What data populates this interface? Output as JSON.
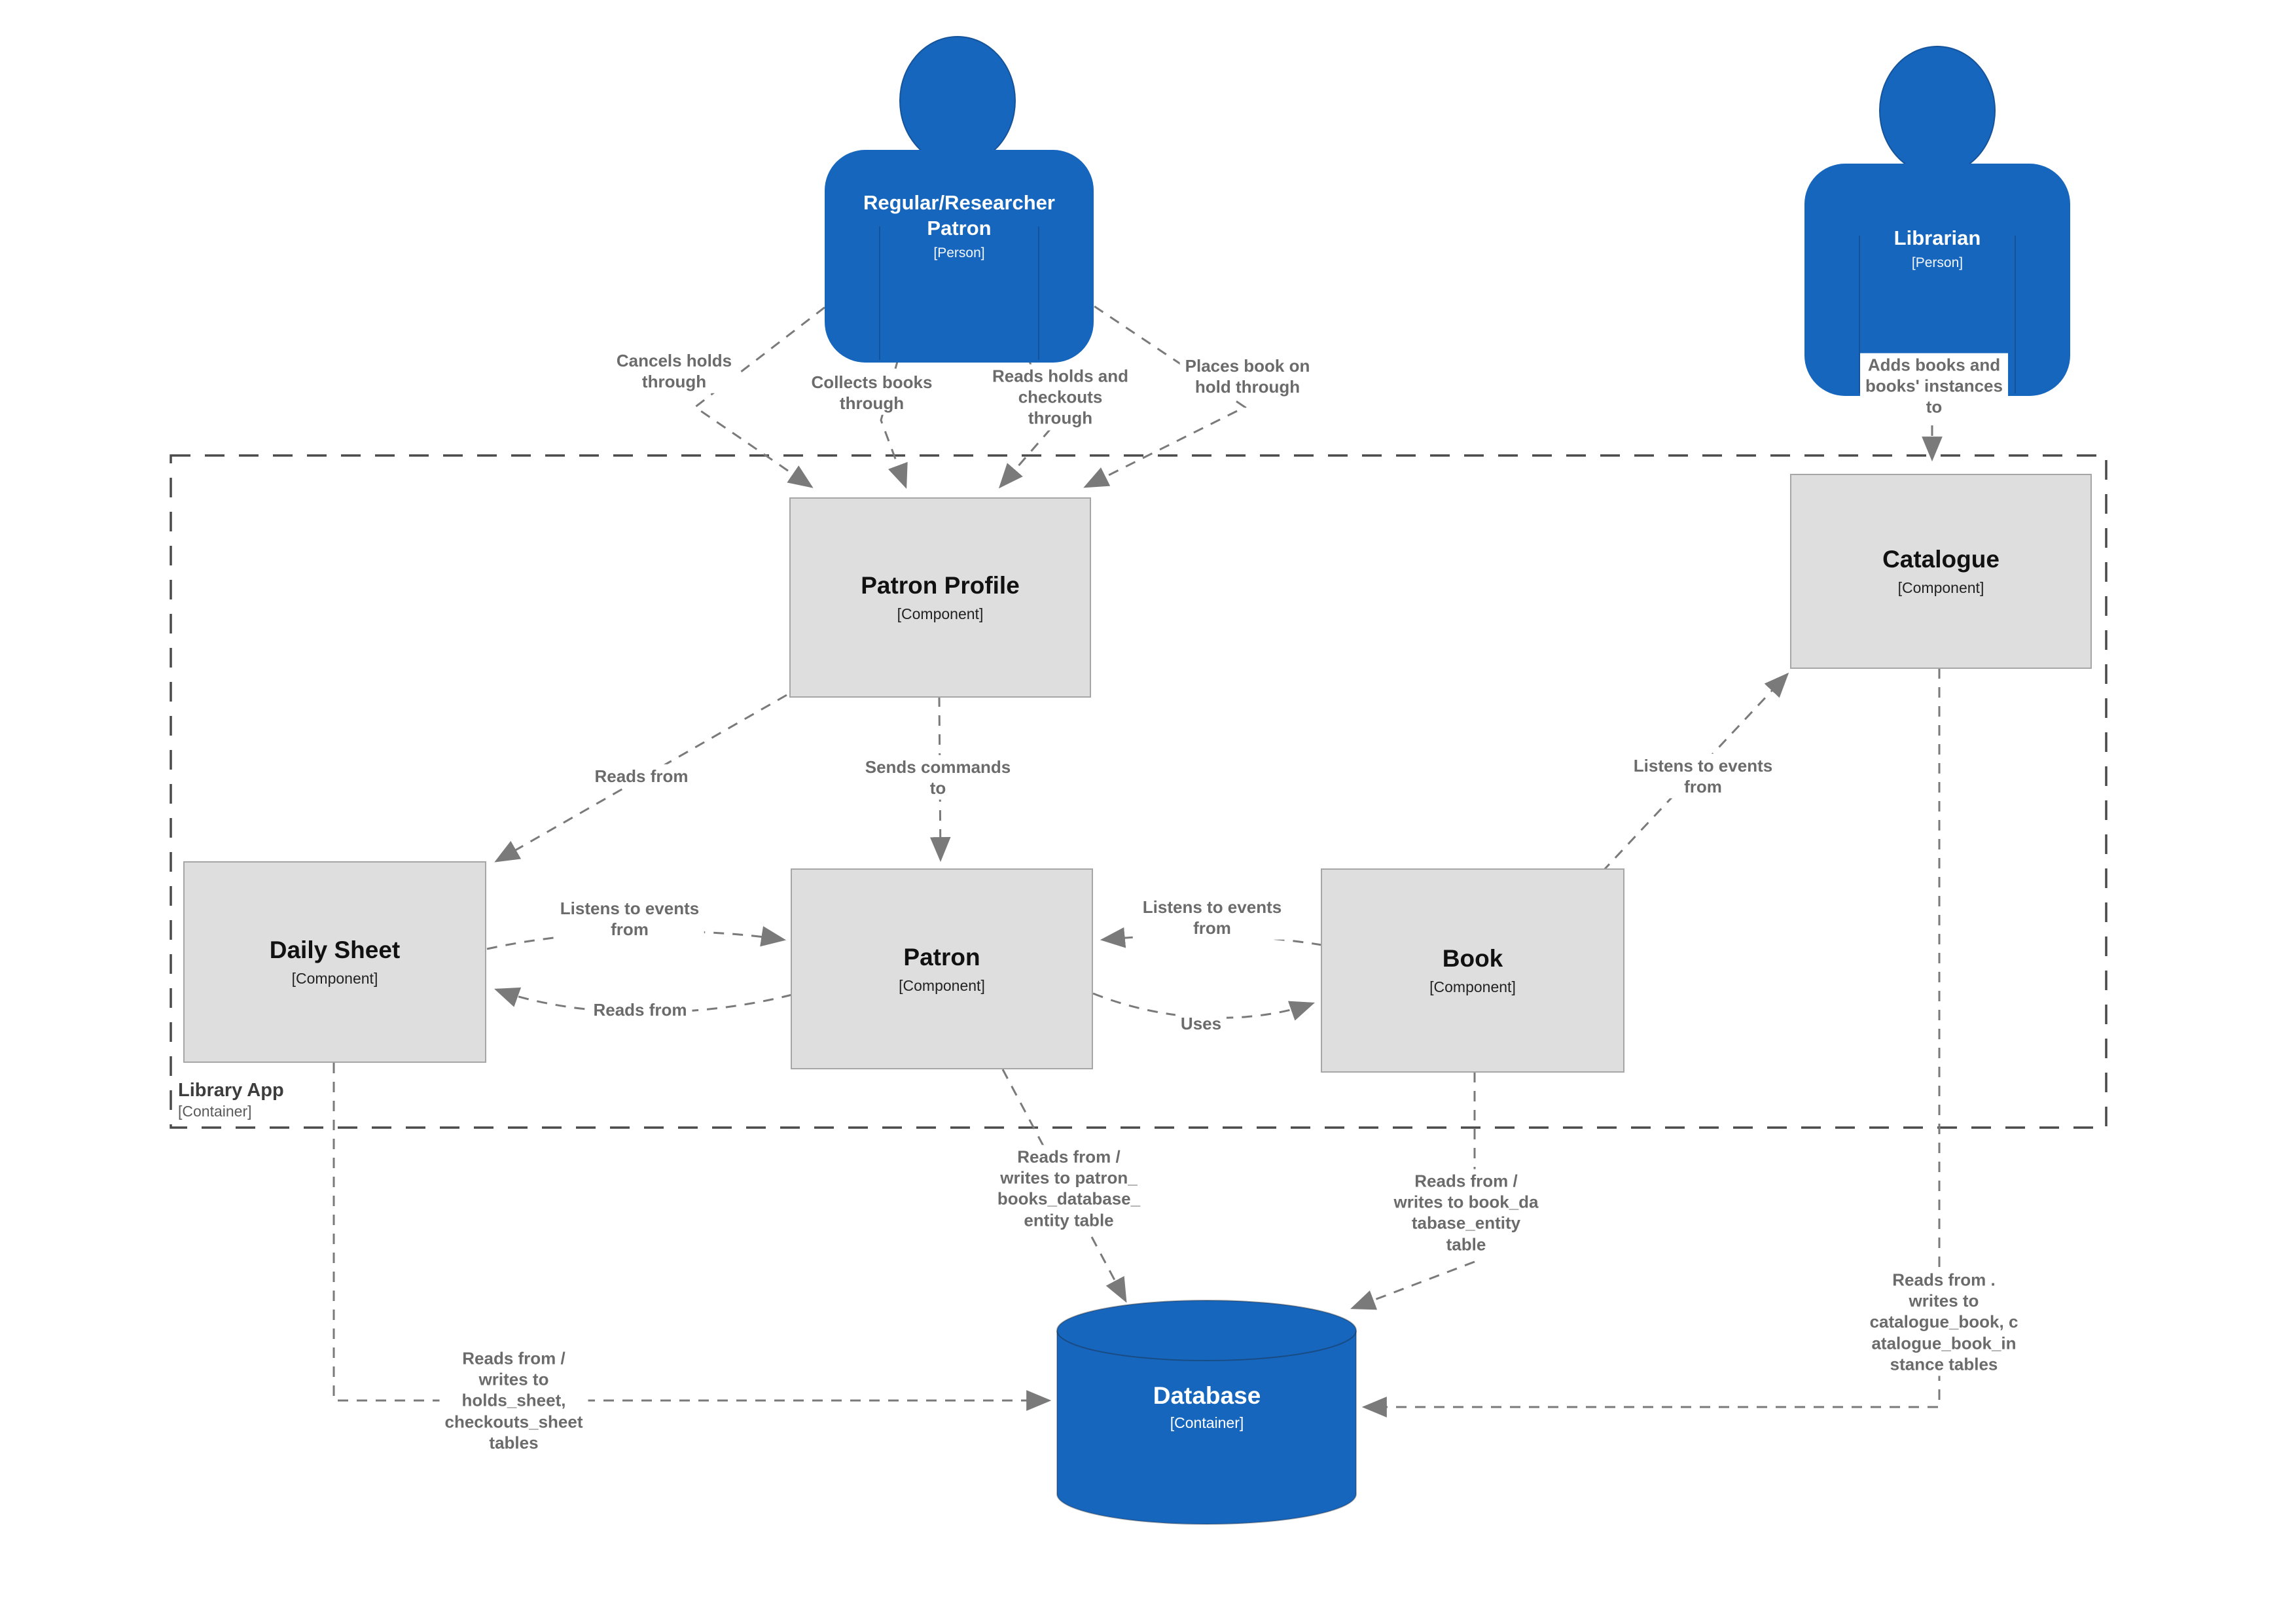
{
  "colors": {
    "person_fill": "#1766BE",
    "database_fill": "#1766BE",
    "component_fill": "#DEDEDE",
    "component_border": "#A6A6A6",
    "edge_gray": "#7A7A7A",
    "label_gray": "#6B6B6B",
    "boundary_gray": "#4A4A4A"
  },
  "persons": {
    "patron": {
      "name": "Regular/Researcher\nPatron",
      "type": "[Person]"
    },
    "librarian": {
      "name": "Librarian",
      "type": "[Person]"
    }
  },
  "components": {
    "patron_profile": {
      "name": "Patron Profile",
      "type": "[Component]"
    },
    "catalogue": {
      "name": "Catalogue",
      "type": "[Component]"
    },
    "daily_sheet": {
      "name": "Daily Sheet",
      "type": "[Component]"
    },
    "patron": {
      "name": "Patron",
      "type": "[Component]"
    },
    "book": {
      "name": "Book",
      "type": "[Component]"
    }
  },
  "boundary": {
    "name": "Library App",
    "type": "[Container]"
  },
  "database": {
    "name": "Database",
    "type": "[Container]"
  },
  "edges": {
    "cancels_holds": "Cancels holds\nthrough",
    "collects_books": "Collects books\nthrough",
    "reads_holds": "Reads holds and\ncheckouts\nthrough",
    "places_hold": "Places book on\nhold through",
    "adds_books": "Adds books and\nbooks' instances\nto",
    "profile_reads_daily": "Reads from",
    "sends_commands": "Sends commands\nto",
    "catalogue_listens": "Listens to events\nfrom",
    "daily_listens_patron": "Listens to events\nfrom",
    "patron_reads_daily": "Reads from",
    "book_listens_patron": "Listens to events\nfrom",
    "uses": "Uses",
    "patron_db": "Reads from /\nwrites to patron_\nbooks_database_\nentity table",
    "book_db": "Reads from /\nwrites to book_da\ntabase_entity\ntable",
    "catalogue_db": "Reads from .\nwrites to\ncatalogue_book, c\natalogue_book_in\nstance tables",
    "daily_db": "Reads from /\nwrites to\nholds_sheet,\ncheckouts_sheet\ntables"
  }
}
